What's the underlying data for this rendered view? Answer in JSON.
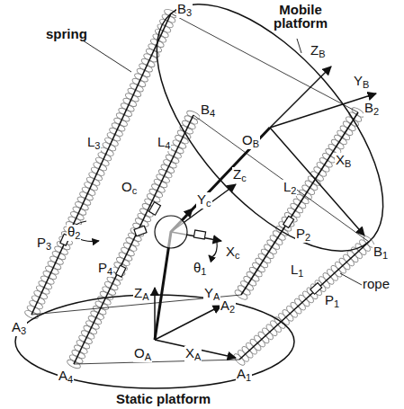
{
  "diagram": {
    "labels": [
      "Mobile platform",
      "spring",
      "B3",
      "B4",
      "OB",
      "ZB",
      "YB",
      "B2",
      "XB",
      "L3",
      "L4",
      "Oc",
      "Zc",
      "Yc",
      "Xc",
      "θ2",
      "θ1",
      "P3",
      "P4",
      "L2",
      "P2",
      "B1",
      "L1",
      "rope",
      "P1",
      "ZA",
      "YA",
      "A3",
      "A2",
      "A4",
      "OA",
      "XA",
      "A1",
      "Static platform"
    ]
  }
}
